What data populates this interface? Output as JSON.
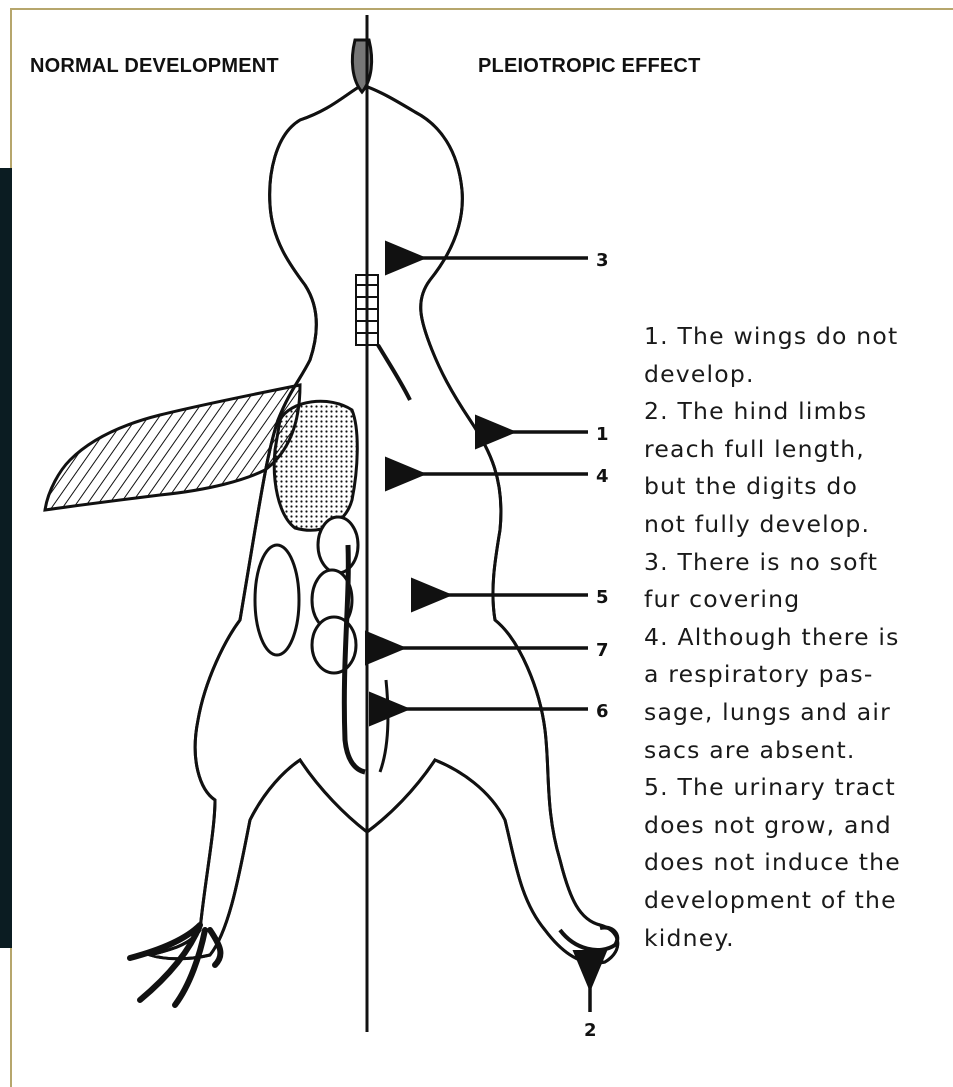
{
  "headings": {
    "left": "NORMAL DEVELOPMENT",
    "right": "PLEIOTROPIC EFFECT"
  },
  "callouts": {
    "c3": "3",
    "c1": "1",
    "c4": "4",
    "c5": "5",
    "c7": "7",
    "c6": "6",
    "c2": "2"
  },
  "legend": {
    "items": [
      "1. The wings do not\ndevelop.",
      "2. The hind limbs\nreach full length,\nbut the digits do\nnot fully develop.",
      "3. There is no soft\nfur covering",
      "4. Although there is\na respiratory pas-\nsage, lungs and air\nsacs are absent.",
      "5. The urinary tract\ndoes not grow, and\ndoes not induce the\ndevelopment of the\nkidney."
    ]
  },
  "colors": {
    "frame": "#b6a66c",
    "dark_bar": "#0b1c22",
    "ink": "#111111"
  }
}
